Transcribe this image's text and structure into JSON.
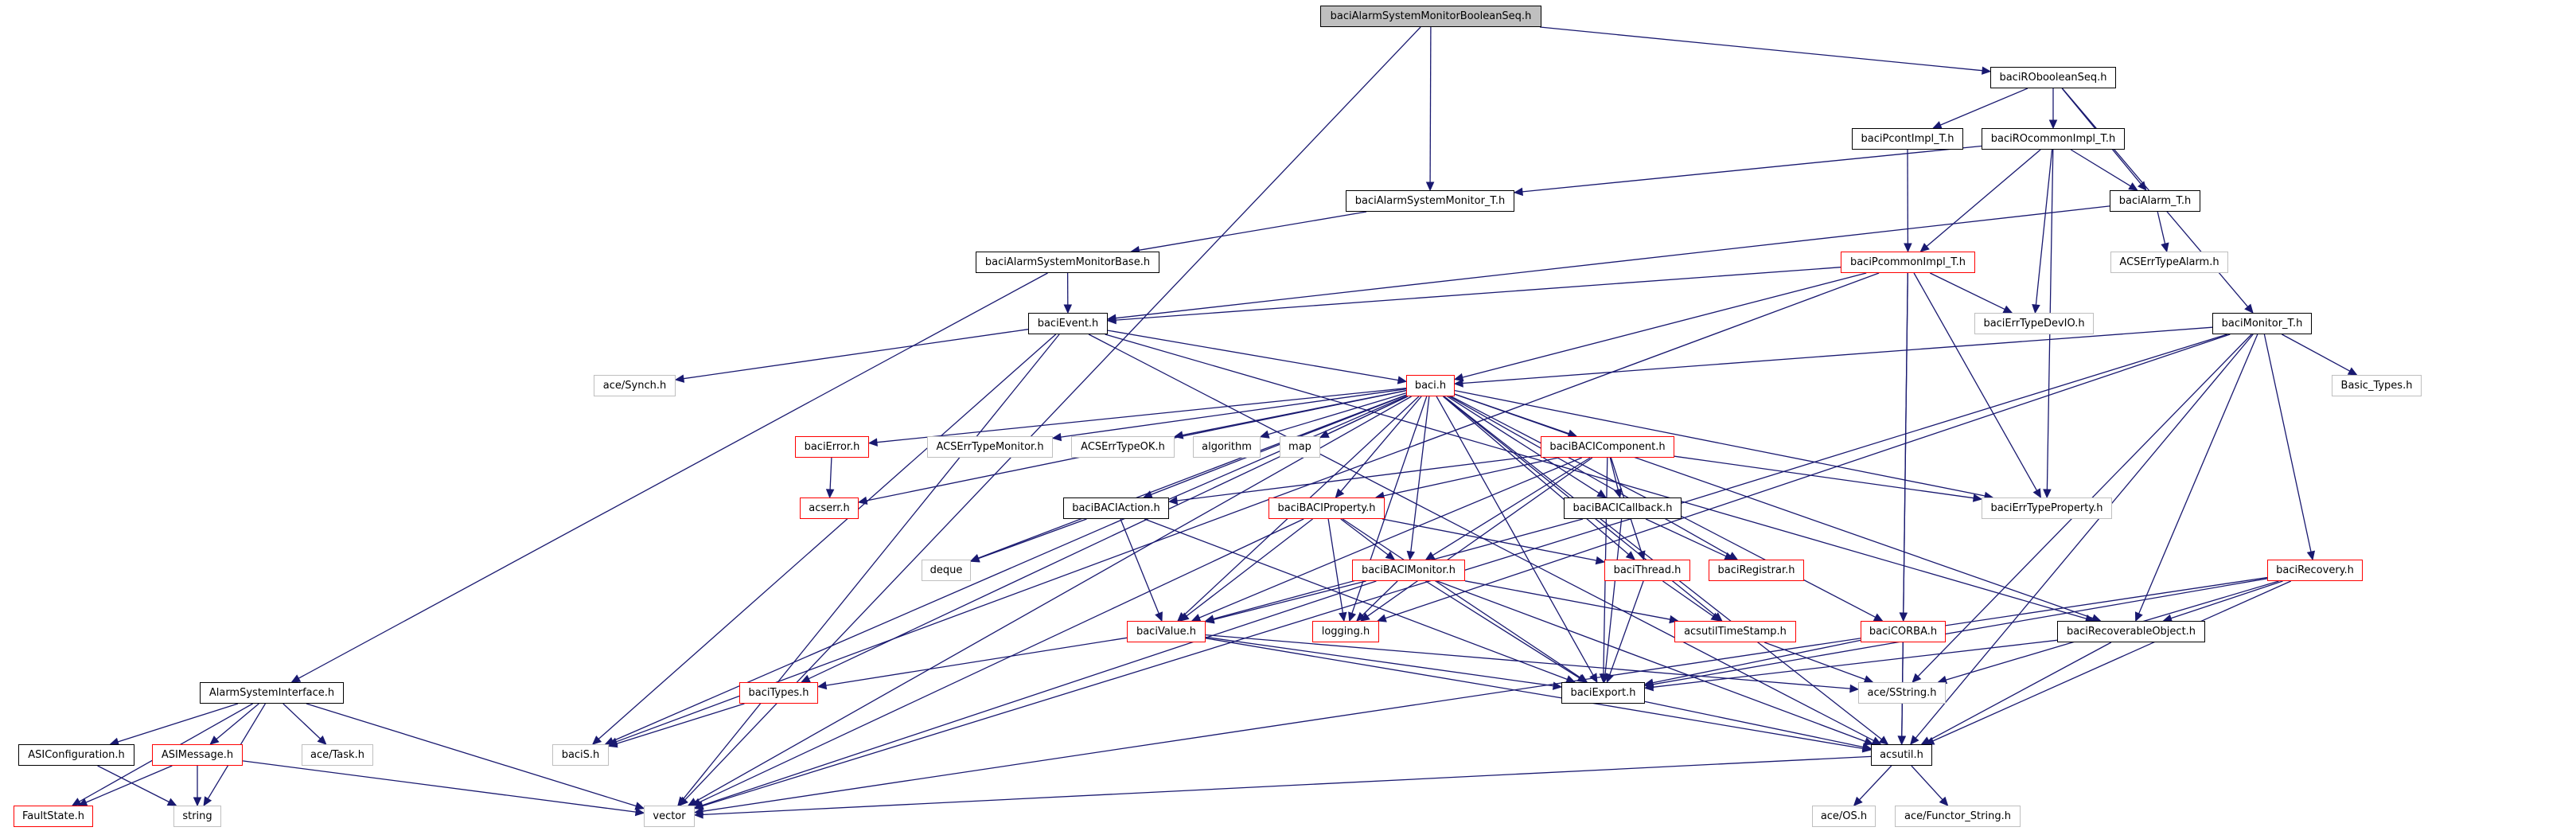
{
  "title": "baciAlarmSystemMonitorBooleanSeq.h include dependency graph",
  "colors": {
    "edge": "#191970",
    "root_fill": "#bfbfbf",
    "documented_border": "#000000",
    "incomplete_border": "#ff0000",
    "external_border": "#bfbfbf"
  },
  "nodes": [
    {
      "id": "root",
      "label": "baciAlarmSystemMonitorBooleanSeq.h",
      "kind": "root"
    },
    {
      "id": "roboolseq",
      "label": "baciRObooleanSeq.h",
      "kind": "black"
    },
    {
      "id": "pcontimpl",
      "label": "baciPcontImpl_T.h",
      "kind": "black"
    },
    {
      "id": "rocommonimpl",
      "label": "baciROcommonImpl_T.h",
      "kind": "black"
    },
    {
      "id": "asmonT",
      "label": "baciAlarmSystemMonitor_T.h",
      "kind": "black"
    },
    {
      "id": "alarmT",
      "label": "baciAlarm_T.h",
      "kind": "black"
    },
    {
      "id": "acserralarm",
      "label": "ACSErrTypeAlarm.h",
      "kind": "gray"
    },
    {
      "id": "asmonbase",
      "label": "baciAlarmSystemMonitorBase.h",
      "kind": "black"
    },
    {
      "id": "pcommonimpl",
      "label": "baciPcommonImpl_T.h",
      "kind": "red"
    },
    {
      "id": "event",
      "label": "baciEvent.h",
      "kind": "black"
    },
    {
      "id": "errdevio",
      "label": "baciErrTypeDevIO.h",
      "kind": "gray"
    },
    {
      "id": "monitorT",
      "label": "baciMonitor_T.h",
      "kind": "black"
    },
    {
      "id": "synch",
      "label": "ace/Synch.h",
      "kind": "gray"
    },
    {
      "id": "baci",
      "label": "baci.h",
      "kind": "red"
    },
    {
      "id": "basictypes",
      "label": "Basic_Types.h",
      "kind": "gray"
    },
    {
      "id": "error",
      "label": "baciError.h",
      "kind": "red"
    },
    {
      "id": "acserrmon",
      "label": "ACSErrTypeMonitor.h",
      "kind": "gray"
    },
    {
      "id": "acserrok",
      "label": "ACSErrTypeOK.h",
      "kind": "gray"
    },
    {
      "id": "algorithm",
      "label": "algorithm",
      "kind": "gray"
    },
    {
      "id": "map",
      "label": "map",
      "kind": "gray"
    },
    {
      "id": "component",
      "label": "baciBACIComponent.h",
      "kind": "red"
    },
    {
      "id": "acserr",
      "label": "acserr.h",
      "kind": "red"
    },
    {
      "id": "action",
      "label": "baciBACIAction.h",
      "kind": "black"
    },
    {
      "id": "property",
      "label": "baciBACIProperty.h",
      "kind": "red"
    },
    {
      "id": "callback",
      "label": "baciBACICallback.h",
      "kind": "black"
    },
    {
      "id": "errprop",
      "label": "baciErrTypeProperty.h",
      "kind": "gray"
    },
    {
      "id": "deque",
      "label": "deque",
      "kind": "gray"
    },
    {
      "id": "bacimonitor",
      "label": "baciBACIMonitor.h",
      "kind": "red"
    },
    {
      "id": "thread",
      "label": "baciThread.h",
      "kind": "red"
    },
    {
      "id": "registrar",
      "label": "baciRegistrar.h",
      "kind": "red"
    },
    {
      "id": "recovery",
      "label": "baciRecovery.h",
      "kind": "red"
    },
    {
      "id": "value",
      "label": "baciValue.h",
      "kind": "red"
    },
    {
      "id": "logging",
      "label": "logging.h",
      "kind": "red"
    },
    {
      "id": "timestamp",
      "label": "acsutilTimeStamp.h",
      "kind": "red"
    },
    {
      "id": "corba",
      "label": "baciCORBA.h",
      "kind": "red"
    },
    {
      "id": "recobj",
      "label": "baciRecoverableObject.h",
      "kind": "black"
    },
    {
      "id": "asi",
      "label": "AlarmSystemInterface.h",
      "kind": "black"
    },
    {
      "id": "types",
      "label": "baciTypes.h",
      "kind": "red"
    },
    {
      "id": "export",
      "label": "baciExport.h",
      "kind": "black"
    },
    {
      "id": "sstring",
      "label": "ace/SString.h",
      "kind": "gray"
    },
    {
      "id": "asiconf",
      "label": "ASIConfiguration.h",
      "kind": "black"
    },
    {
      "id": "asimsg",
      "label": "ASIMessage.h",
      "kind": "red"
    },
    {
      "id": "acetask",
      "label": "ace/Task.h",
      "kind": "gray"
    },
    {
      "id": "bacis",
      "label": "baciS.h",
      "kind": "gray"
    },
    {
      "id": "acsutil",
      "label": "acsutil.h",
      "kind": "black"
    },
    {
      "id": "faultstate",
      "label": "FaultState.h",
      "kind": "red"
    },
    {
      "id": "string",
      "label": "string",
      "kind": "gray"
    },
    {
      "id": "vector",
      "label": "vector",
      "kind": "gray"
    },
    {
      "id": "aceos",
      "label": "ace/OS.h",
      "kind": "gray"
    },
    {
      "id": "functor",
      "label": "ace/Functor_String.h",
      "kind": "gray"
    }
  ],
  "edges": [
    [
      "root",
      "asmonT"
    ],
    [
      "root",
      "roboolseq"
    ],
    [
      "root",
      "vector"
    ],
    [
      "roboolseq",
      "pcontimpl"
    ],
    [
      "roboolseq",
      "rocommonimpl"
    ],
    [
      "roboolseq",
      "alarmT"
    ],
    [
      "roboolseq",
      "monitorT"
    ],
    [
      "rocommonimpl",
      "asmonT"
    ],
    [
      "rocommonimpl",
      "pcommonimpl"
    ],
    [
      "rocommonimpl",
      "alarmT"
    ],
    [
      "rocommonimpl",
      "errdevio"
    ],
    [
      "rocommonimpl",
      "errprop"
    ],
    [
      "pcontimpl",
      "pcommonimpl"
    ],
    [
      "alarmT",
      "acserralarm"
    ],
    [
      "alarmT",
      "event"
    ],
    [
      "asmonT",
      "asmonbase"
    ],
    [
      "asmonbase",
      "event"
    ],
    [
      "asmonbase",
      "asi"
    ],
    [
      "pcommonimpl",
      "event"
    ],
    [
      "pcommonimpl",
      "baci"
    ],
    [
      "pcommonimpl",
      "errdevio"
    ],
    [
      "pcommonimpl",
      "errprop"
    ],
    [
      "pcommonimpl",
      "corba"
    ],
    [
      "pcommonimpl",
      "acsutil"
    ],
    [
      "pcommonimpl",
      "bacis"
    ],
    [
      "event",
      "baci"
    ],
    [
      "event",
      "synch"
    ],
    [
      "event",
      "bacis"
    ],
    [
      "event",
      "vector"
    ],
    [
      "event",
      "acsutil"
    ],
    [
      "event",
      "recobj"
    ],
    [
      "monitorT",
      "baci"
    ],
    [
      "monitorT",
      "basictypes"
    ],
    [
      "monitorT",
      "recovery"
    ],
    [
      "monitorT",
      "recobj"
    ],
    [
      "monitorT",
      "logging"
    ],
    [
      "monitorT",
      "sstring"
    ],
    [
      "monitorT",
      "acsutil"
    ],
    [
      "monitorT",
      "vector"
    ],
    [
      "baci",
      "error"
    ],
    [
      "baci",
      "acserr"
    ],
    [
      "baci",
      "acserrmon"
    ],
    [
      "baci",
      "acserrok"
    ],
    [
      "baci",
      "algorithm"
    ],
    [
      "baci",
      "map"
    ],
    [
      "baci",
      "component"
    ],
    [
      "baci",
      "errprop"
    ],
    [
      "baci",
      "action"
    ],
    [
      "baci",
      "property"
    ],
    [
      "baci",
      "bacimonitor"
    ],
    [
      "baci",
      "callback"
    ],
    [
      "baci",
      "thread"
    ],
    [
      "baci",
      "registrar"
    ],
    [
      "baci",
      "corba"
    ],
    [
      "baci",
      "timestamp"
    ],
    [
      "baci",
      "value"
    ],
    [
      "baci",
      "logging"
    ],
    [
      "baci",
      "deque"
    ],
    [
      "baci",
      "types"
    ],
    [
      "baci",
      "bacis"
    ],
    [
      "baci",
      "vector"
    ],
    [
      "baci",
      "acsutil"
    ],
    [
      "baci",
      "export"
    ],
    [
      "baci",
      "recobj"
    ],
    [
      "error",
      "acserr"
    ],
    [
      "component",
      "action"
    ],
    [
      "component",
      "property"
    ],
    [
      "component",
      "bacimonitor"
    ],
    [
      "component",
      "callback"
    ],
    [
      "component",
      "thread"
    ],
    [
      "component",
      "errprop"
    ],
    [
      "component",
      "value"
    ],
    [
      "component",
      "logging"
    ],
    [
      "component",
      "export"
    ],
    [
      "action",
      "deque"
    ],
    [
      "action",
      "value"
    ],
    [
      "action",
      "export"
    ],
    [
      "property",
      "value"
    ],
    [
      "property",
      "logging"
    ],
    [
      "property",
      "bacimonitor"
    ],
    [
      "property",
      "thread"
    ],
    [
      "property",
      "export"
    ],
    [
      "property",
      "vector"
    ],
    [
      "bacimonitor",
      "value"
    ],
    [
      "bacimonitor",
      "logging"
    ],
    [
      "bacimonitor",
      "timestamp"
    ],
    [
      "bacimonitor",
      "export"
    ],
    [
      "bacimonitor",
      "acsutil"
    ],
    [
      "bacimonitor",
      "vector"
    ],
    [
      "callback",
      "value"
    ],
    [
      "callback",
      "registrar"
    ],
    [
      "callback",
      "export"
    ],
    [
      "thread",
      "timestamp"
    ],
    [
      "thread",
      "export"
    ],
    [
      "timestamp",
      "sstring"
    ],
    [
      "corba",
      "export"
    ],
    [
      "corba",
      "acsutil"
    ],
    [
      "value",
      "types"
    ],
    [
      "value",
      "export"
    ],
    [
      "value",
      "sstring"
    ],
    [
      "value",
      "acsutil"
    ],
    [
      "types",
      "bacis"
    ],
    [
      "export",
      "acsutil"
    ],
    [
      "recobj",
      "export"
    ],
    [
      "recobj",
      "acsutil"
    ],
    [
      "recovery",
      "recobj"
    ],
    [
      "recovery",
      "export"
    ],
    [
      "recovery",
      "sstring"
    ],
    [
      "recovery",
      "acsutil"
    ],
    [
      "recovery",
      "vector"
    ],
    [
      "acsutil",
      "aceos"
    ],
    [
      "acsutil",
      "functor"
    ],
    [
      "acsutil",
      "vector"
    ],
    [
      "asi",
      "asiconf"
    ],
    [
      "asi",
      "asimsg"
    ],
    [
      "asi",
      "acetask"
    ],
    [
      "asi",
      "faultstate"
    ],
    [
      "asi",
      "string"
    ],
    [
      "asi",
      "vector"
    ],
    [
      "asiconf",
      "string"
    ],
    [
      "asimsg",
      "faultstate"
    ],
    [
      "asimsg",
      "string"
    ],
    [
      "asimsg",
      "vector"
    ]
  ]
}
